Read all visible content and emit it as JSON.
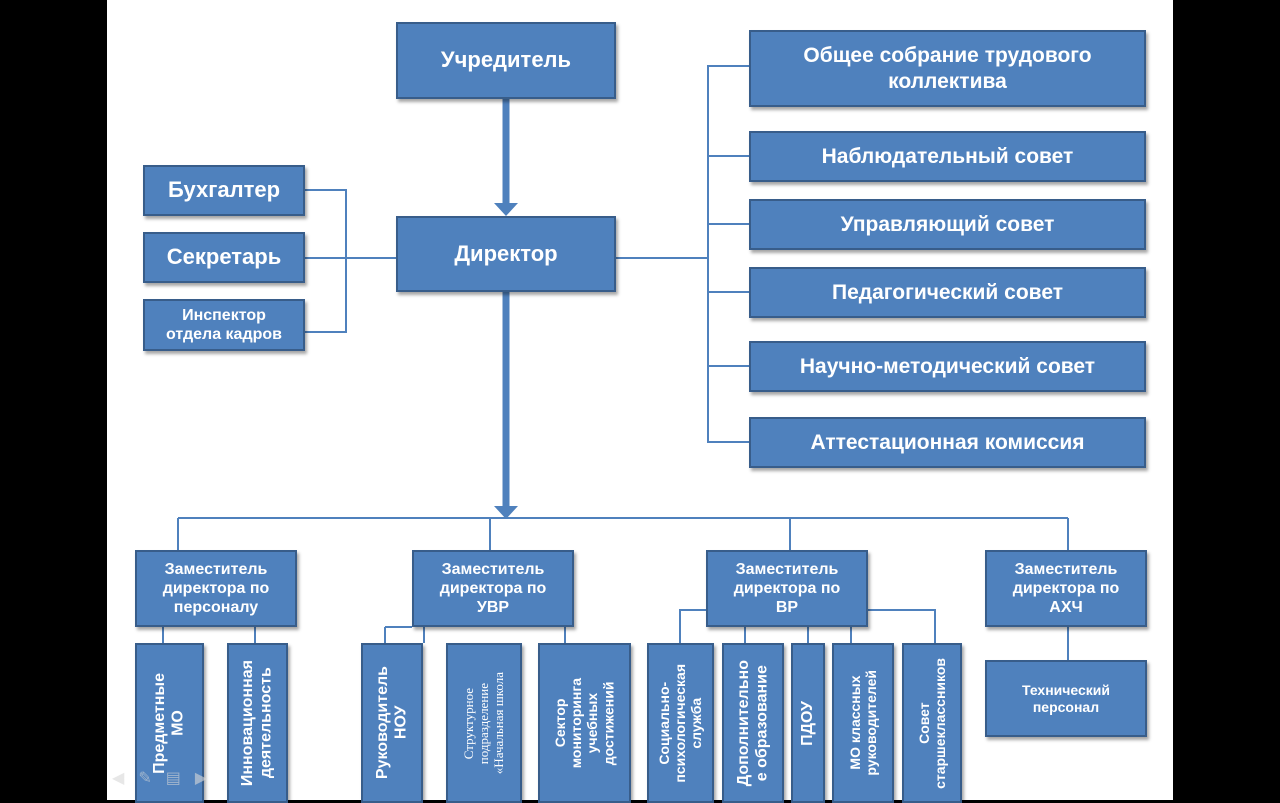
{
  "top": {
    "founder": "Учредитель",
    "director": "Директор"
  },
  "left_staff": [
    "Бухгалтер",
    "Секретарь",
    "Инспектор\nотдела кадров"
  ],
  "councils": [
    "Общее собрание трудового\nколлектива",
    "Наблюдательный совет",
    "Управляющий совет",
    "Педагогический совет",
    "Научно-методический совет",
    "Аттестационная комиссия"
  ],
  "deputies": [
    "Заместитель\nдиректора по\nперсоналу",
    "Заместитель\nдиректора по\nУВР",
    "Заместитель\nдиректора по\nВР",
    "Заместитель\nдиректора по\nАХЧ"
  ],
  "sub_units": {
    "personnel": [
      "Предметные\nМО",
      "Инновационная\nдеятельность"
    ],
    "uvr": [
      "Руководитель\nНОУ",
      "Структурное\nподразделение\n«Начальная школа",
      "Сектор\nмониторинга\nучебных\nдостижений"
    ],
    "vr": [
      "Социально-\nпсихологическая\nслужба",
      "Дополнительно\nе образование",
      "ПДОУ",
      "МО классных\nруководителей",
      "Совет\nстаршеклассников"
    ],
    "ahch": [
      "Технический\nперсонал"
    ]
  },
  "nav_icons": [
    "arrow-left-icon",
    "pen-icon",
    "menu-icon",
    "arrow-right-icon"
  ],
  "colors": {
    "box_fill": "#4f81bd",
    "box_border": "#385d8a",
    "line": "#4f81bd"
  }
}
